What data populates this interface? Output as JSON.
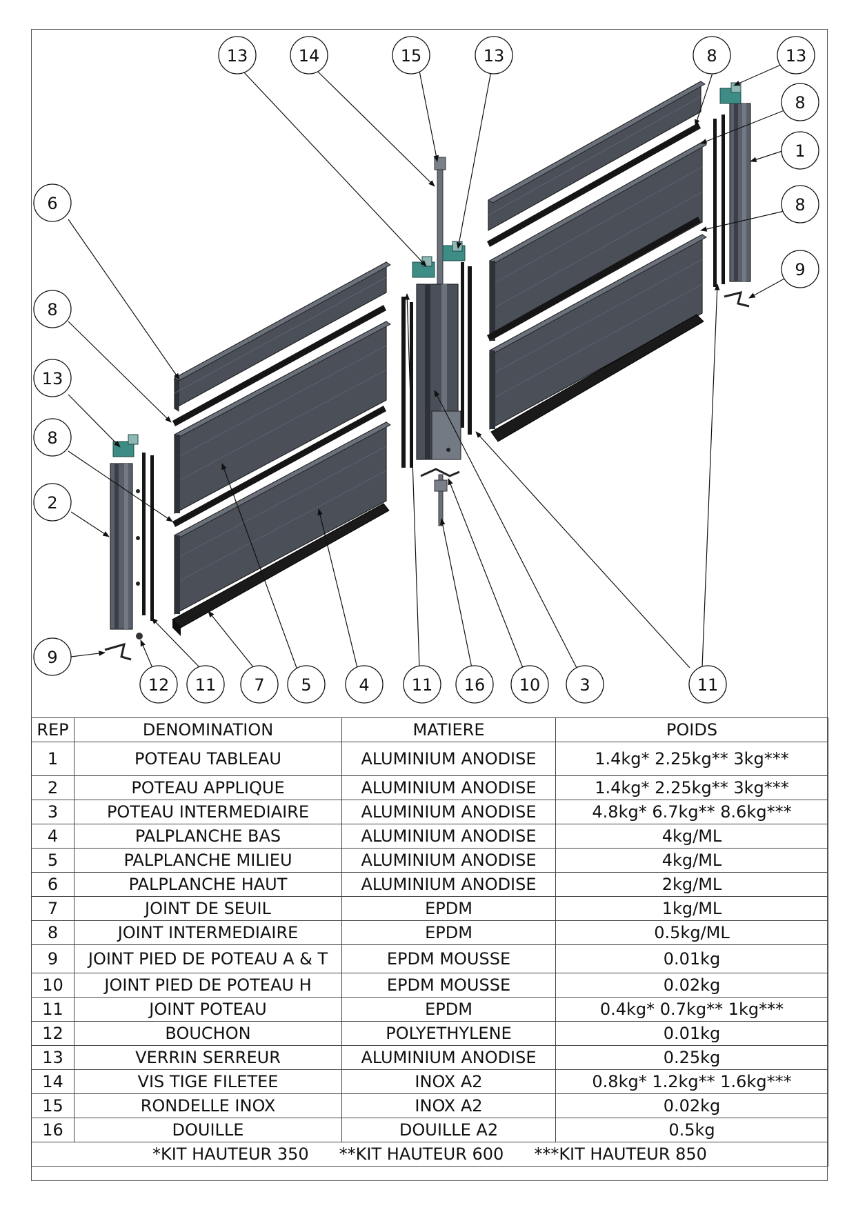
{
  "bubbles": [
    {
      "label": "13"
    },
    {
      "label": "14"
    },
    {
      "label": "15"
    },
    {
      "label": "13"
    },
    {
      "label": "8"
    },
    {
      "label": "13"
    },
    {
      "label": "8"
    },
    {
      "label": "1"
    },
    {
      "label": "8"
    },
    {
      "label": "9"
    },
    {
      "label": "6"
    },
    {
      "label": "8"
    },
    {
      "label": "13"
    },
    {
      "label": "8"
    },
    {
      "label": "2"
    },
    {
      "label": "9"
    },
    {
      "label": "12"
    },
    {
      "label": "11"
    },
    {
      "label": "7"
    },
    {
      "label": "5"
    },
    {
      "label": "4"
    },
    {
      "label": "11"
    },
    {
      "label": "16"
    },
    {
      "label": "10"
    },
    {
      "label": "3"
    },
    {
      "label": "11"
    }
  ],
  "table": {
    "headers": {
      "rep": "REP",
      "denomination": "DENOMINATION",
      "matiere": "MATIERE",
      "poids": "POIDS"
    },
    "rows": [
      {
        "rep": "1",
        "denomination": "POTEAU TABLEAU",
        "matiere": "ALUMINIUM ANODISE",
        "poids": "1.4kg* 2.25kg** 3kg***"
      },
      {
        "rep": "2",
        "denomination": "POTEAU APPLIQUE",
        "matiere": "ALUMINIUM ANODISE",
        "poids": "1.4kg* 2.25kg** 3kg***"
      },
      {
        "rep": "3",
        "denomination": "POTEAU INTERMEDIAIRE",
        "matiere": "ALUMINIUM ANODISE",
        "poids": "4.8kg* 6.7kg** 8.6kg***"
      },
      {
        "rep": "4",
        "denomination": "PALPLANCHE BAS",
        "matiere": "ALUMINIUM ANODISE",
        "poids": "4kg/ML"
      },
      {
        "rep": "5",
        "denomination": "PALPLANCHE MILIEU",
        "matiere": "ALUMINIUM ANODISE",
        "poids": "4kg/ML"
      },
      {
        "rep": "6",
        "denomination": "PALPLANCHE HAUT",
        "matiere": "ALUMINIUM ANODISE",
        "poids": "2kg/ML"
      },
      {
        "rep": "7",
        "denomination": "JOINT DE SEUIL",
        "matiere": "EPDM",
        "poids": "1kg/ML"
      },
      {
        "rep": "8",
        "denomination": "JOINT INTERMEDIAIRE",
        "matiere": "EPDM",
        "poids": "0.5kg/ML"
      },
      {
        "rep": "9",
        "denomination": "JOINT PIED DE POTEAU A & T",
        "matiere": "EPDM MOUSSE",
        "poids": "0.01kg"
      },
      {
        "rep": "10",
        "denomination": "JOINT PIED DE POTEAU H",
        "matiere": "EPDM MOUSSE",
        "poids": "0.02kg"
      },
      {
        "rep": "11",
        "denomination": "JOINT POTEAU",
        "matiere": "EPDM",
        "poids": "0.4kg* 0.7kg** 1kg***"
      },
      {
        "rep": "12",
        "denomination": "BOUCHON",
        "matiere": "POLYETHYLENE",
        "poids": "0.01kg"
      },
      {
        "rep": "13",
        "denomination": "VERRIN SERREUR",
        "matiere": "ALUMINIUM ANODISE",
        "poids": "0.25kg"
      },
      {
        "rep": "14",
        "denomination": "VIS TIGE FILETEE",
        "matiere": "INOX A2",
        "poids": "0.8kg* 1.2kg** 1.6kg***"
      },
      {
        "rep": "15",
        "denomination": "RONDELLE INOX",
        "matiere": "INOX A2",
        "poids": "0.02kg"
      },
      {
        "rep": "16",
        "denomination": "DOUILLE",
        "matiere": "DOUILLE A2",
        "poids": "0.5kg"
      }
    ],
    "footer": {
      "kit1": "*KIT HAUTEUR 350",
      "kit2": "**KIT HAUTEUR 600",
      "kit3": "***KIT HAUTEUR 850"
    }
  },
  "colors": {
    "panel": "#4a4f58",
    "panel_dark": "#2d3138",
    "seal": "#151515",
    "clamp": "#3d8c86",
    "frame": "#555555"
  }
}
